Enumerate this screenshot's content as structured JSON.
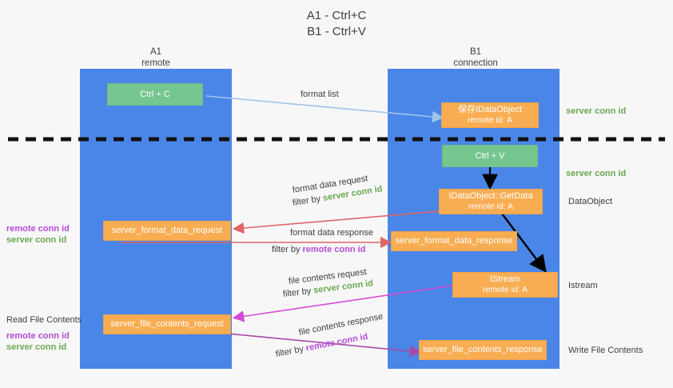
{
  "title": {
    "line1": "A1 - Ctrl+C",
    "line2": "B1 - Ctrl+V"
  },
  "colors": {
    "lane": "#4a86e8",
    "green_node": "#76c68f",
    "orange_node": "#f9ad52",
    "server_conn": "#6aa84f",
    "remote_conn": "#b44bd6",
    "arrow_blue": "#9fc5e8",
    "arrow_red": "#e06666",
    "arrow_magenta": "#d64bd6",
    "arrow_purple": "#a64ca6",
    "arrow_black": "#000000",
    "background": "#f7f7f8"
  },
  "lanes": [
    {
      "name": "A1",
      "sub": "remote"
    },
    {
      "name": "B1",
      "sub": "connection"
    }
  ],
  "nodes": {
    "ctrl_c": {
      "line1": "Ctrl + C"
    },
    "data_object_create": {
      "line1": "保存IDataObject",
      "line2": "remote id: A"
    },
    "ctrl_v": {
      "line1": "Ctrl + V"
    },
    "get_data": {
      "line1": "IDataObject::GetData",
      "line2": "remote id: A"
    },
    "istream": {
      "line1": "IStream",
      "line2": "remote id: A"
    },
    "server_format_data_request": {
      "line1": "server_format_data_request"
    },
    "server_format_data_response": {
      "line1": "server_format_data_response"
    },
    "server_file_contents_request": {
      "line1": "server_file_contents_request"
    },
    "server_file_contents_response": {
      "line1": "server_file_contents_response"
    }
  },
  "edge_labels": {
    "format_list": "format list",
    "format_data_request": "format data request",
    "format_data_request_filter_prefix": "filter by ",
    "format_data_request_filter_value": "server conn id",
    "format_data_response": "format data response",
    "format_data_response_filter_prefix": "filter by ",
    "format_data_response_filter_value": "remote conn id",
    "file_contents_request": "file contents request",
    "file_contents_request_filter_prefix": "filter by ",
    "file_contents_request_filter_value": "server conn id",
    "file_contents_response": "file contents response",
    "file_contents_response_filter_prefix": "filter by ",
    "file_contents_response_filter_value": "remote conn id"
  },
  "right_annotations": [
    {
      "text": "server conn id",
      "kind": "server"
    },
    {
      "text": "server conn id",
      "kind": "server"
    },
    {
      "text": "DataObject",
      "kind": "plain"
    },
    {
      "text": "Istream",
      "kind": "plain"
    },
    {
      "text": "Write File Contents",
      "kind": "plain"
    }
  ],
  "left_annotations": {
    "mid_remote": "remote conn id",
    "mid_server": "server conn id",
    "read_file_contents": "Read File Contents",
    "low_remote": "remote conn id",
    "low_server": "server conn id"
  }
}
